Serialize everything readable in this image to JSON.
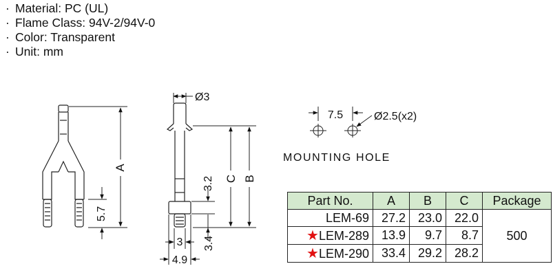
{
  "specs": [
    {
      "text": "Material: PC (UL)"
    },
    {
      "text": "Flame Class: 94V-2/94V-0"
    },
    {
      "text": "Color: Transparent"
    },
    {
      "text": "Unit: mm"
    }
  ],
  "drawing": {
    "dims": {
      "diameter_top": "Ø3",
      "a": "A",
      "b": "B",
      "c": "C",
      "d57": "5.7",
      "d32": "3.2",
      "d34": "3.4",
      "d3": "3",
      "d49": "4.9"
    },
    "mounting": {
      "pitch": "7.5",
      "hole": "Ø2.5(x2)",
      "title": "MOUNTING HOLE"
    }
  },
  "table": {
    "headers": [
      "Part No.",
      "A",
      "B",
      "C",
      "Package"
    ],
    "rows": [
      {
        "star": false,
        "part": "LEM-69",
        "a": "27.2",
        "b": "23.0",
        "c": "22.0"
      },
      {
        "star": true,
        "part": "LEM-289",
        "a": "13.9",
        "b": "9.7",
        "c": "8.7"
      },
      {
        "star": true,
        "part": "LEM-290",
        "a": "33.4",
        "b": "29.2",
        "c": "28.2"
      }
    ],
    "package": "500",
    "star_color": "#e11111",
    "header_color": "#d4e9ce"
  }
}
